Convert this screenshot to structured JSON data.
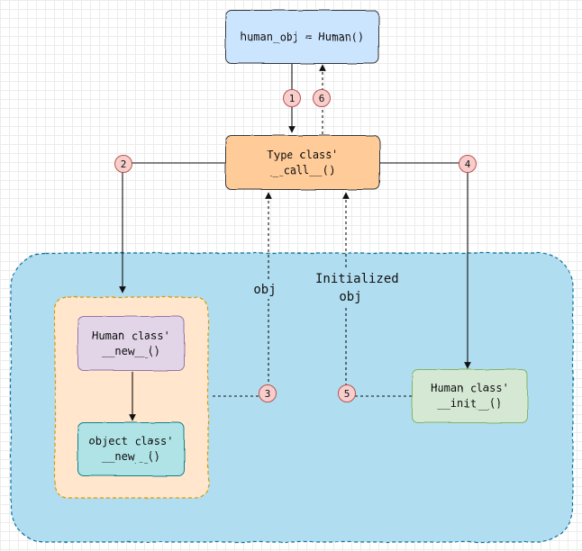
{
  "nodes": {
    "top": "human_obj = Human()",
    "type_call": "Type class'\n__call__()",
    "human_new": "Human class'\n__new__()",
    "object_new": "object class'\n__new__()",
    "human_init": "Human class'\n__init__()"
  },
  "badges": [
    "1",
    "2",
    "3",
    "4",
    "5",
    "6"
  ],
  "edge_labels": {
    "obj": "obj",
    "initialized_obj": "Initialized\nobj"
  },
  "colors": {
    "top_fill": "#cce5ff",
    "top_stroke": "#36393d",
    "call_fill": "#ffcc99",
    "call_stroke": "#36393d",
    "container_fill": "#b1ddf0",
    "container_stroke": "#10739e",
    "group_fill": "#ffe6cc",
    "group_stroke": "#d79b00",
    "human_new_fill": "#e1d5e7",
    "human_new_stroke": "#9673a6",
    "object_new_fill": "#b0e3e6",
    "object_new_stroke": "#0e8088",
    "init_fill": "#d5e8d4",
    "init_stroke": "#82b366",
    "badge_fill": "#f8cecc",
    "badge_stroke": "#b85450"
  }
}
